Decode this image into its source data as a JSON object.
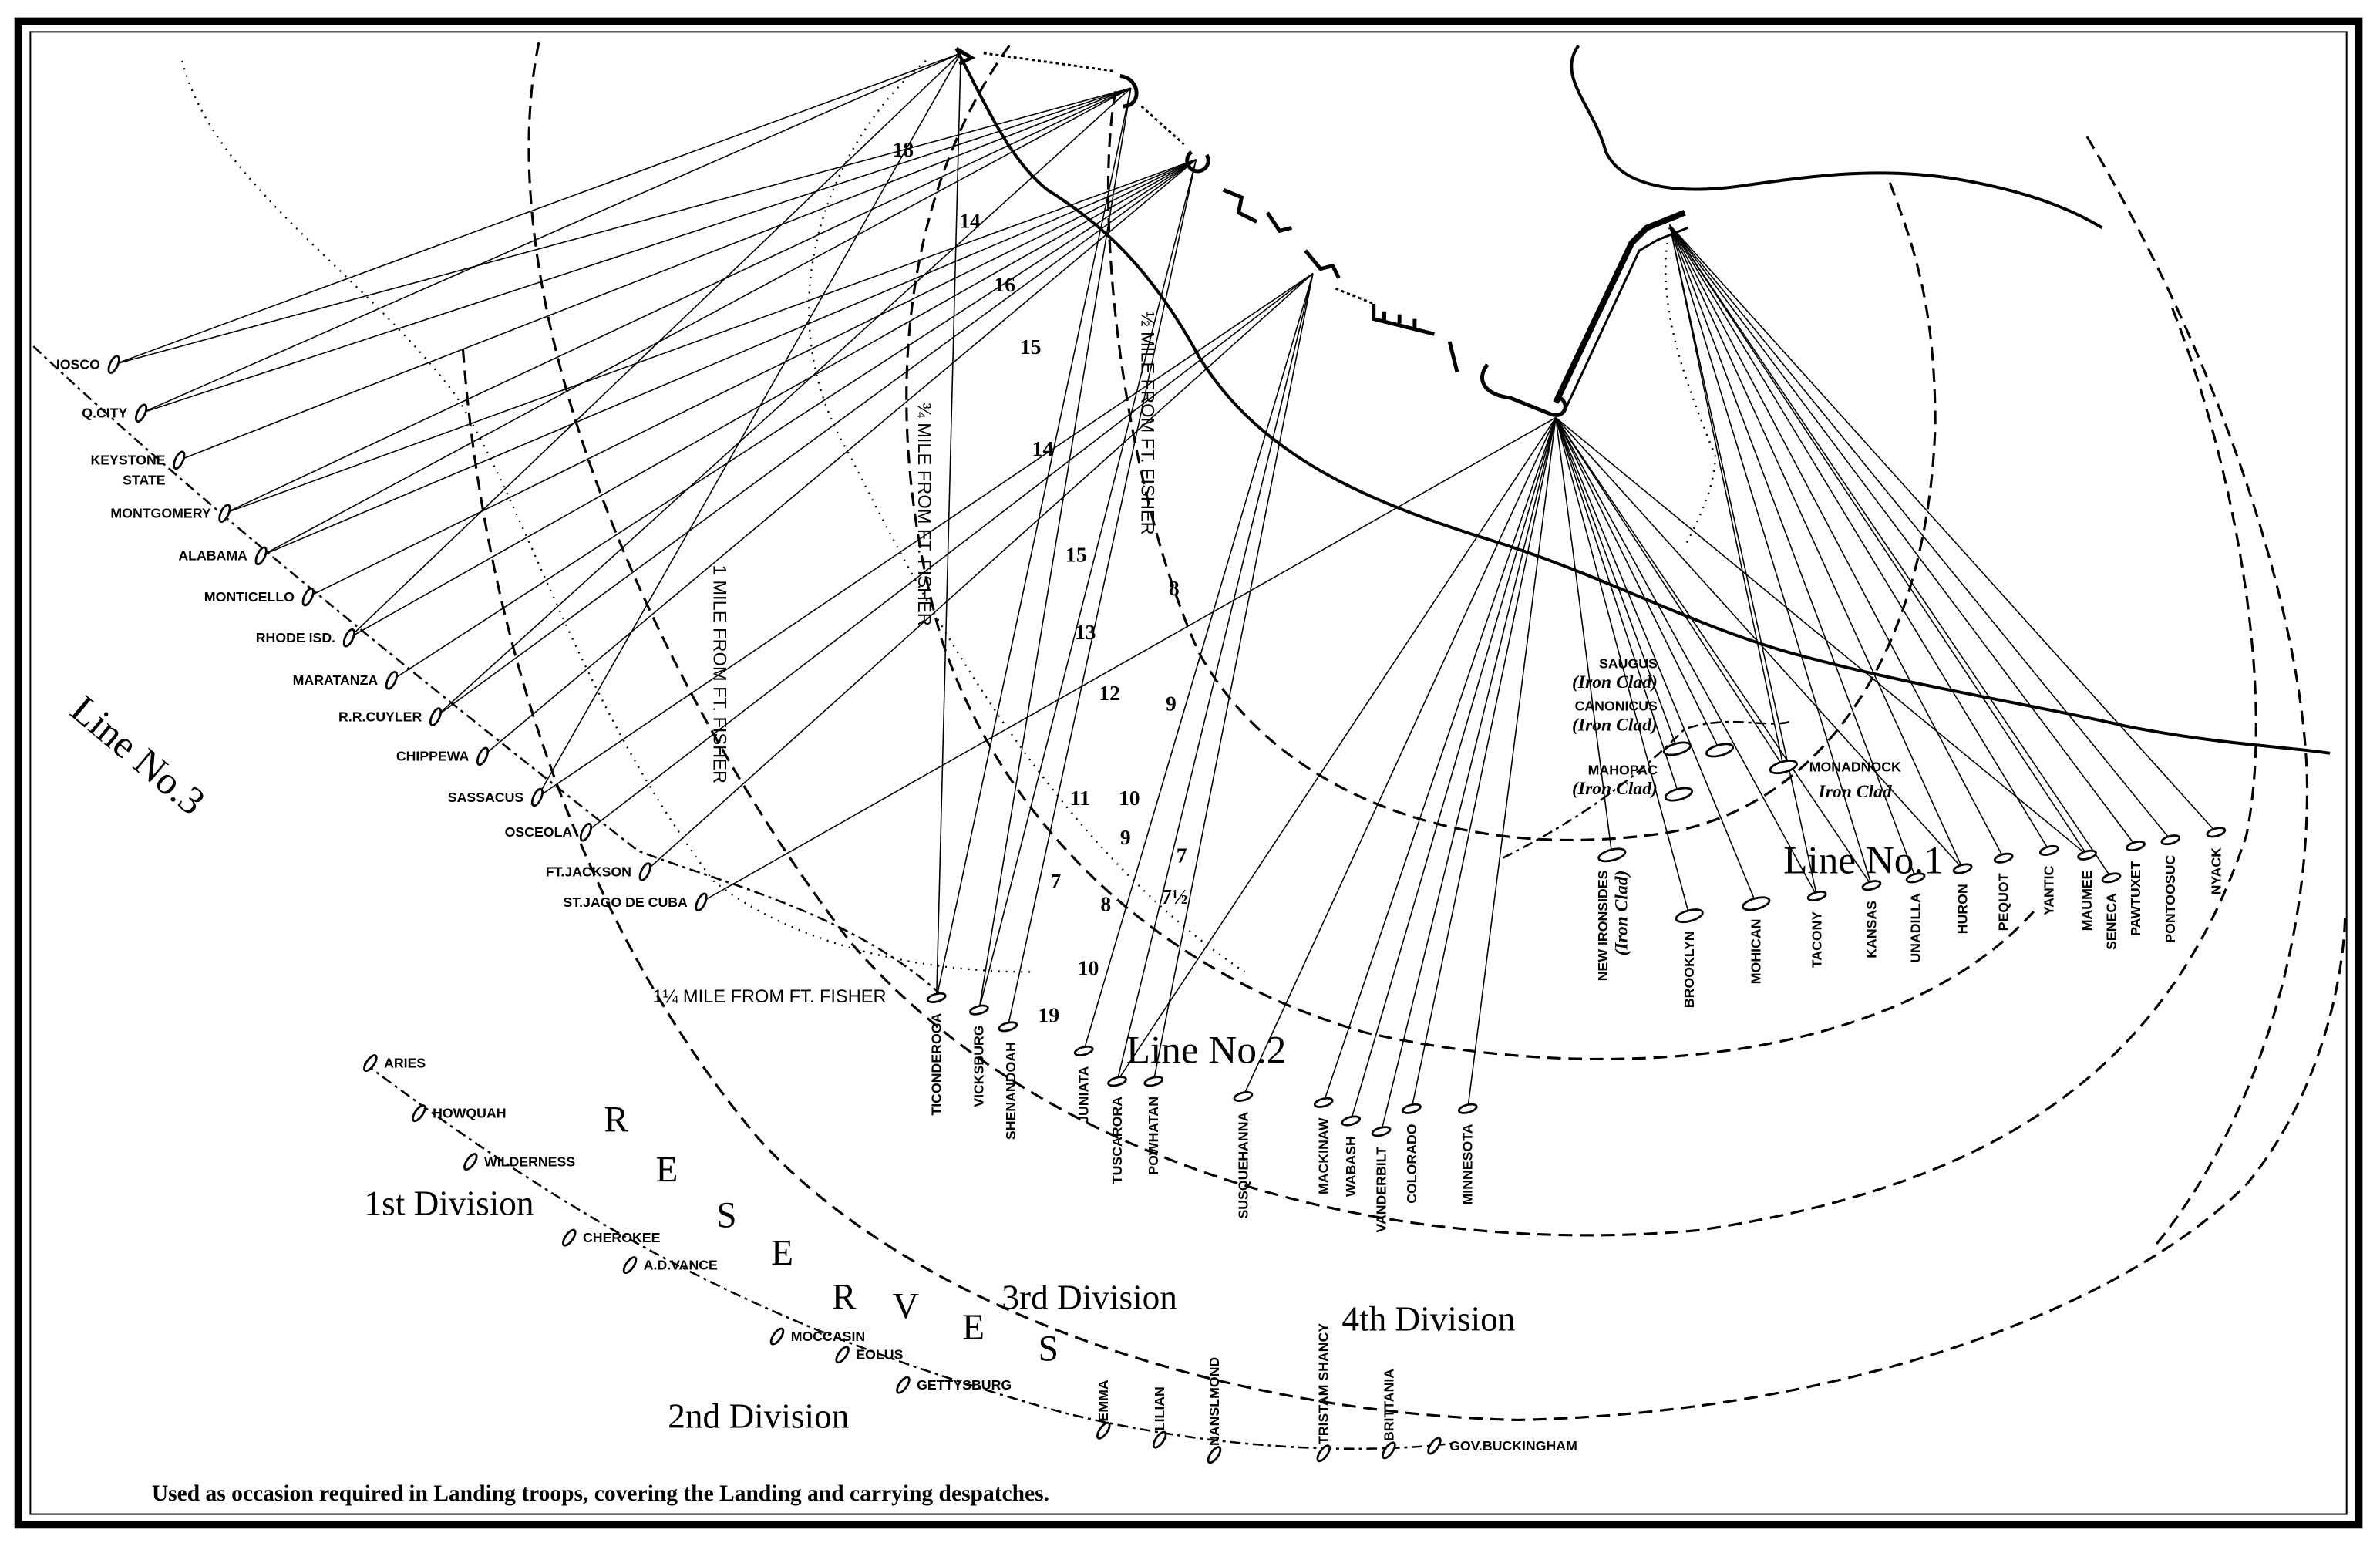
{
  "labels": {
    "line1": "Line No.1",
    "line2": "Line No.2",
    "line3": "Line No.3",
    "reserves_letters": [
      "R",
      "E",
      "S",
      "E",
      "R",
      "V",
      "E",
      "S"
    ],
    "div1": "1st Division",
    "div2": "2nd Division",
    "div3": "3rd Division",
    "div4": "4th Division",
    "note": "Used as occasion required in Landing troops, covering the Landing and carrying despatches.",
    "iron_clad": "Iron Clad"
  },
  "distance_labels": {
    "half": "½ MILE FROM FT. FISHER",
    "three_quarter": "¾ MILE FROM FT. FISHER",
    "one": "1 MILE FROM FT. FISHER",
    "one_quarter": "1¼ MILE FROM FT. FISHER"
  },
  "soundings": [
    "18",
    "14",
    "16",
    "15",
    "14",
    "15",
    "13",
    "12",
    "11",
    "10",
    "9",
    "7",
    "8",
    "9",
    "7",
    "8",
    "7½",
    "10",
    "19"
  ],
  "line3_ships": [
    "IOSCO",
    "Q.CITY",
    "KEYSTONE",
    "MONTGOMERY",
    "ALABAMA",
    "MONTICELLO",
    "RHODE ISD.",
    "MARATANZA",
    "R.R.CUYLER",
    "CHIPPEWA",
    "SASSACUS",
    "OSCEOLA",
    "FT.JACKSON",
    "ST.JAGO DE CUBA"
  ],
  "line3_extra": {
    "keystone_second": "STATE"
  },
  "line2_ships": [
    "TICONDEROGA",
    "VICKSBURG",
    "SHENANDOAH",
    "JUNIATA",
    "TUSCARORA",
    "POWHATAN",
    "SUSQUEHANNA",
    "MACKINAW",
    "WABASH",
    "VANDERBILT",
    "COLORADO",
    "MINNESOTA"
  ],
  "line1_ships": [
    "NEW IRONSIDES",
    "BROOKLYN",
    "MOHICAN",
    "TACONY",
    "KANSAS",
    "UNADILLA",
    "HURON",
    "PEQUOT",
    "YANTIC",
    "MAUMEE",
    "SENECA",
    "PAWTUXET",
    "PONTOOSUC",
    "NYACK"
  ],
  "ironclads": [
    "SAUGUS",
    "CANONICUS",
    "MAHOPAC",
    "MONADNOCK"
  ],
  "ironclad_sub": "(Iron Clad)",
  "reserve_ships": [
    "ARIES",
    "HOWQUAH",
    "WILDERNESS",
    "CHEROKEE",
    "A.D.VANCE",
    "MOCCASIN",
    "EOLUS",
    "GETTYSBURG",
    "EMMA",
    "LILIAN",
    "NANSLMOND",
    "TRISTAM SHANCY",
    "BRITTANIA",
    "GOV.BUCKINGHAM"
  ]
}
